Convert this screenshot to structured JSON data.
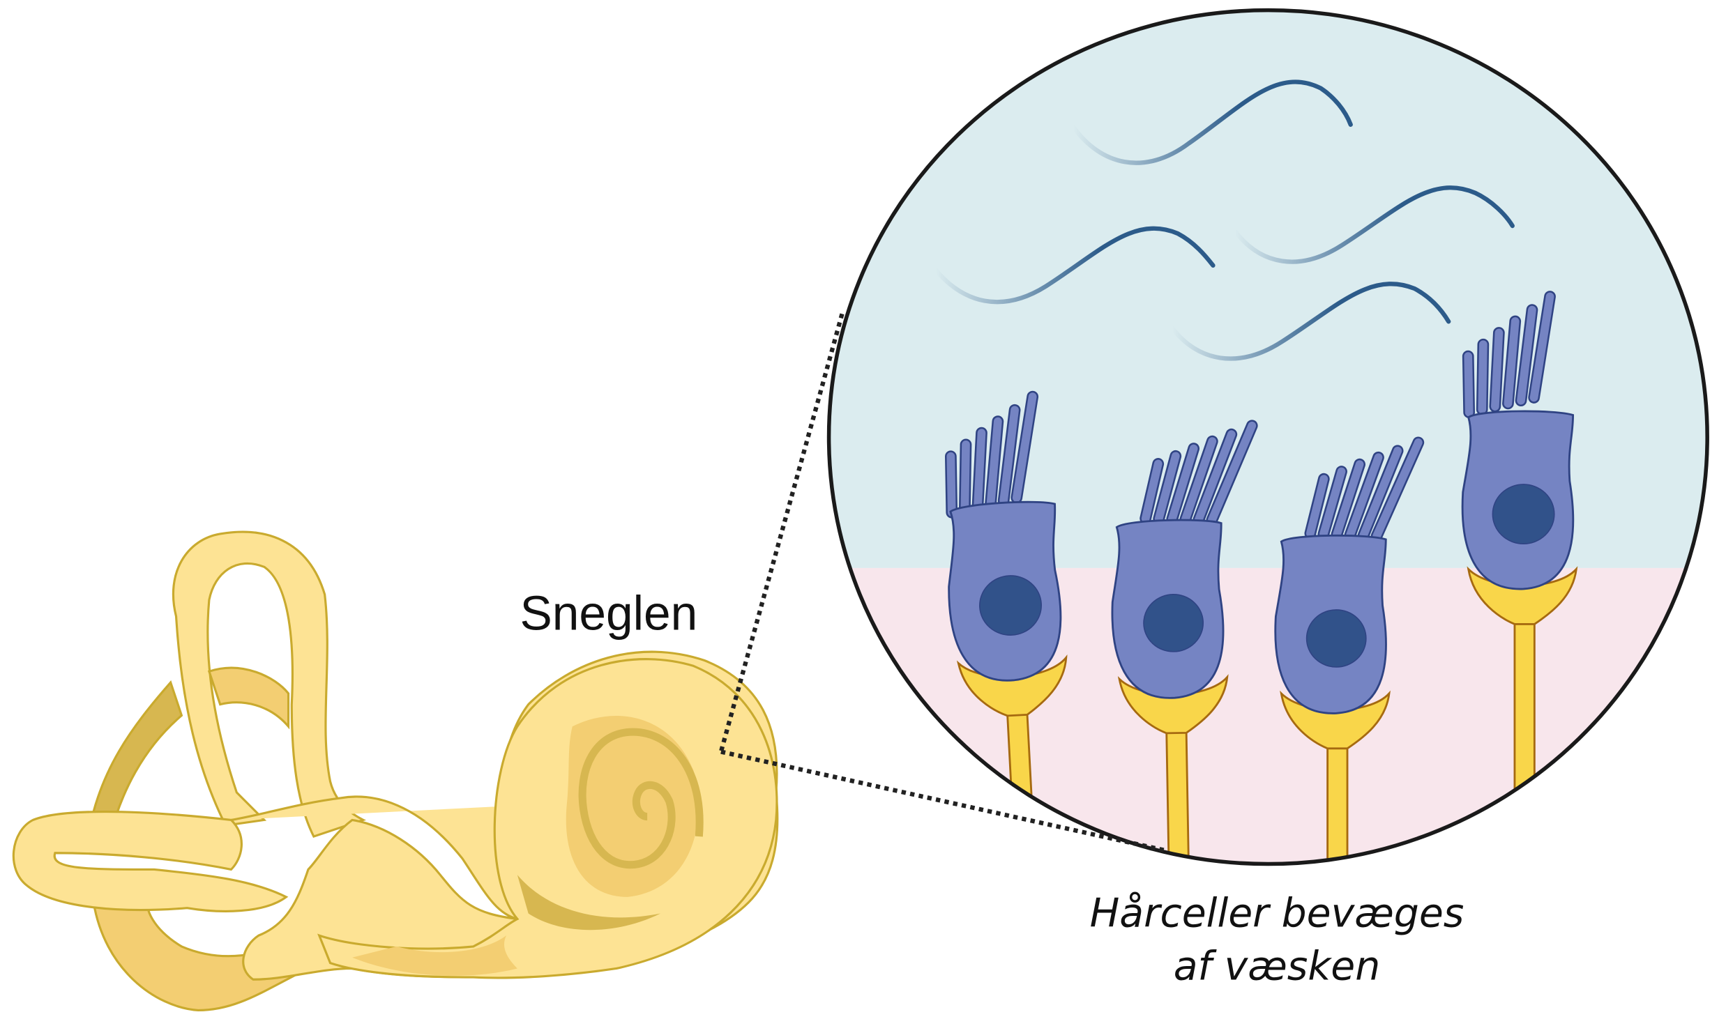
{
  "labels": {
    "cochlea": "Sneglen",
    "caption_line1": "Hårceller bevæges",
    "caption_line2": "af væsken"
  },
  "colors": {
    "fluid_top": "#dbecef",
    "fluid_bottom": "#f8e6ec",
    "hair_cell": "#7584c3",
    "hair_cell_outline": "#2f4383",
    "nucleus": "#31528a",
    "nerve": "#f9d64a",
    "nerve_outline": "#a66a10",
    "ear_light": "#fde394",
    "ear_mid": "#f3ce72",
    "ear_dark": "#d7b750",
    "ear_outline": "#c9aa2e",
    "wave": "#2c5b8a"
  }
}
